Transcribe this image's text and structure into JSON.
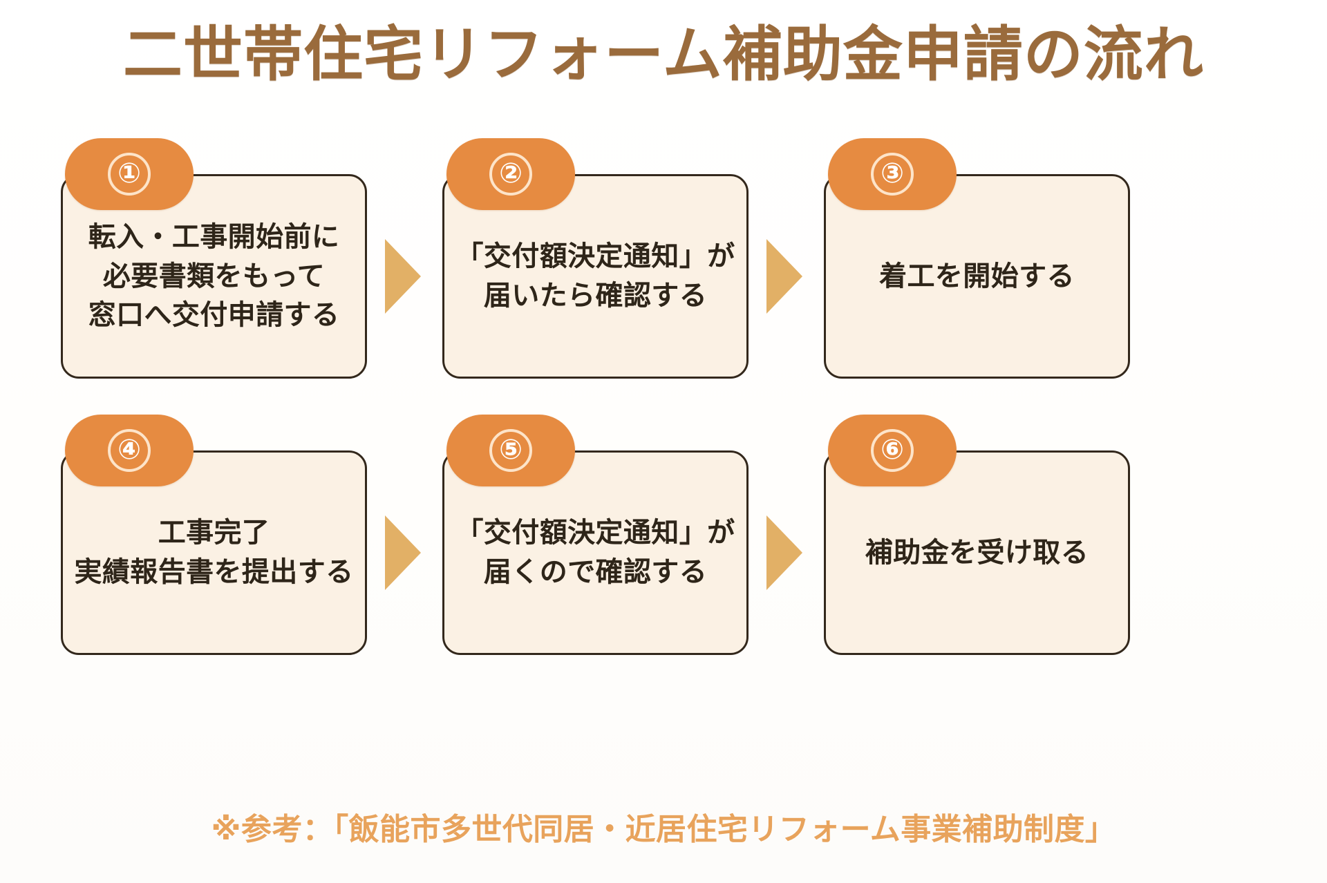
{
  "title": "二世帯住宅リフォーム補助金申請の流れ",
  "colors": {
    "title_brown": "#9a6b3c",
    "badge_orange": "#e68b41",
    "card_cream": "#fbf1e4",
    "card_border": "#33281c",
    "arrow_gold": "#e2b066",
    "footnote_orange": "#e8a35c",
    "background": "#fefefe"
  },
  "steps": [
    {
      "number": "①",
      "text": "転入・工事開始前に\n必要書類をもって\n窓口へ交付申請する"
    },
    {
      "number": "②",
      "text": "「交付額決定通知」が\n届いたら確認する"
    },
    {
      "number": "③",
      "text": "着工を開始する"
    },
    {
      "number": "④",
      "text": "工事完了\n実績報告書を提出する"
    },
    {
      "number": "⑤",
      "text": "「交付額決定通知」が\n届くので確認する"
    },
    {
      "number": "⑥",
      "text": "補助金を受け取る"
    }
  ],
  "footnote": "※参考：「飯能市多世代同居・近居住宅リフォーム事業補助制度」"
}
